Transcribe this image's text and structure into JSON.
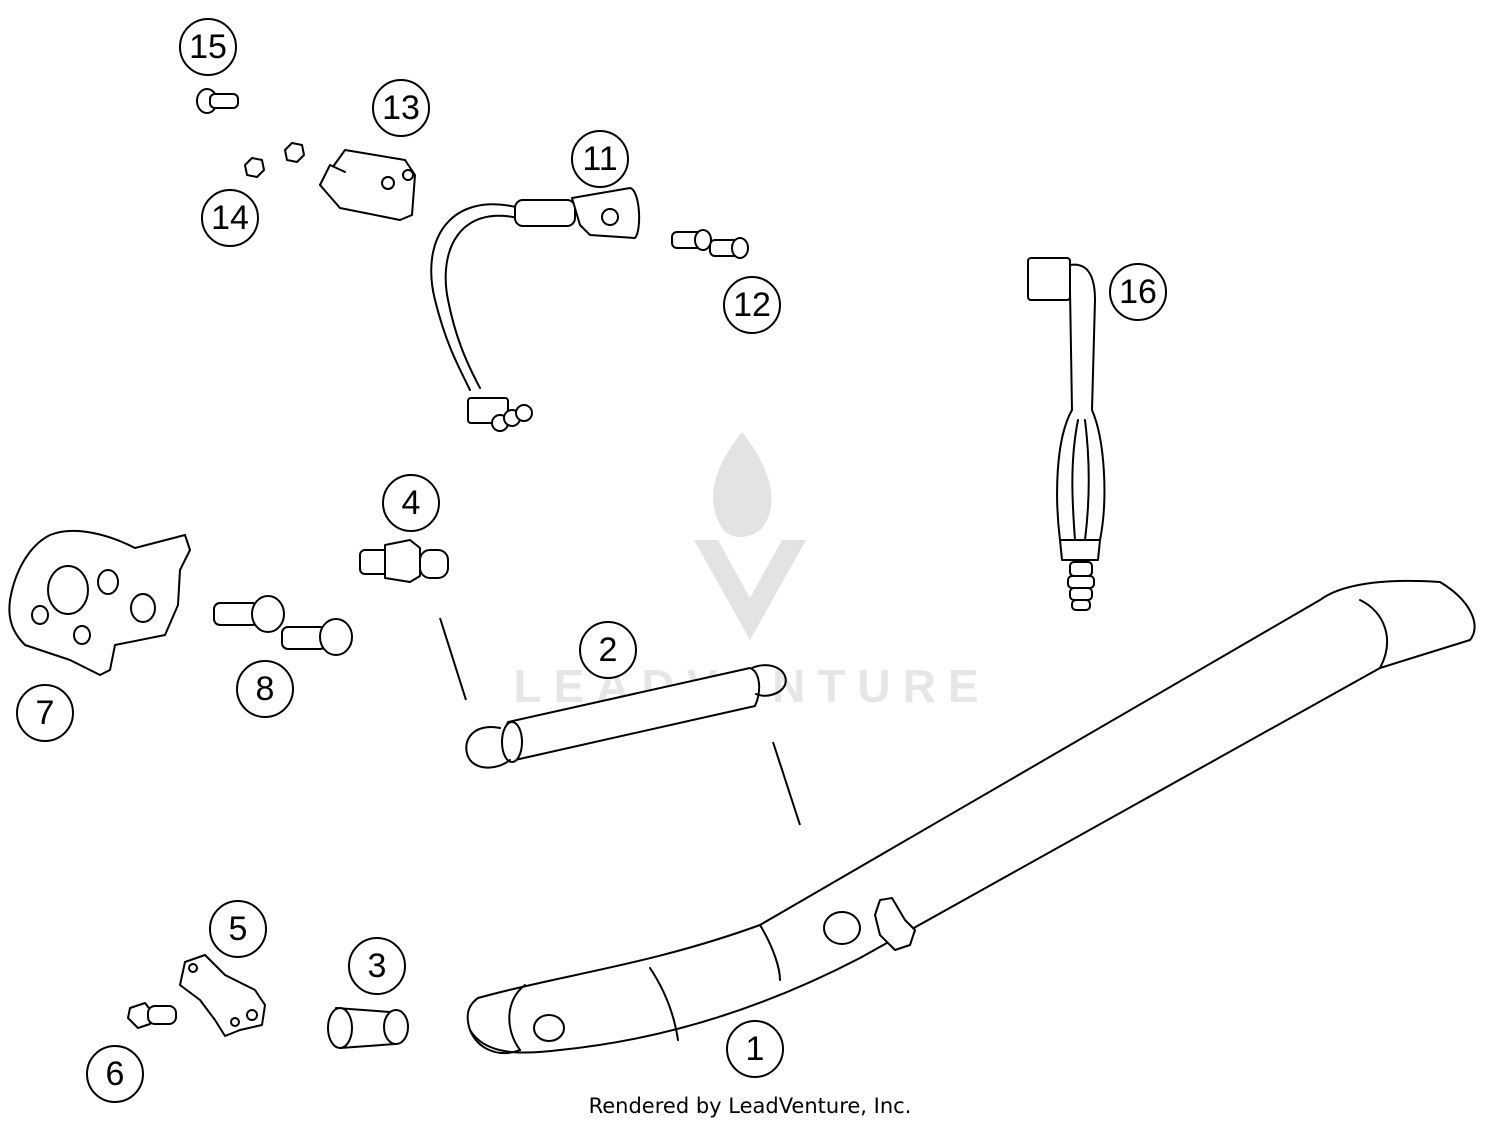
{
  "watermark": {
    "brand_text": "LEADVENTURE",
    "logo_icon": "flame-v-logo-icon"
  },
  "footer": {
    "credit": "Rendered by LeadVenture, Inc."
  },
  "callouts": [
    {
      "id": "15",
      "label": "15"
    },
    {
      "id": "13",
      "label": "13"
    },
    {
      "id": "14",
      "label": "14"
    },
    {
      "id": "11",
      "label": "11"
    },
    {
      "id": "12",
      "label": "12"
    },
    {
      "id": "16",
      "label": "16"
    },
    {
      "id": "4",
      "label": "4"
    },
    {
      "id": "2",
      "label": "2"
    },
    {
      "id": "7",
      "label": "7"
    },
    {
      "id": "8",
      "label": "8"
    },
    {
      "id": "5",
      "label": "5"
    },
    {
      "id": "3",
      "label": "3"
    },
    {
      "id": "6",
      "label": "6"
    },
    {
      "id": "1",
      "label": "1"
    }
  ],
  "colors": {
    "line": "#000000",
    "background": "#ffffff",
    "watermark": "#e3e3e3"
  }
}
